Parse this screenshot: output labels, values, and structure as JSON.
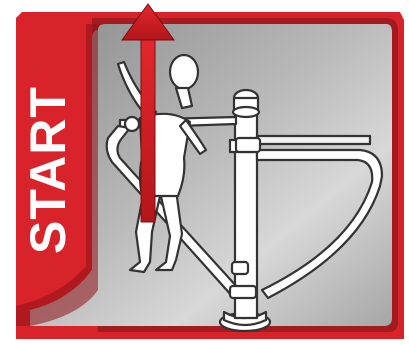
{
  "badge": {
    "label": "START"
  },
  "colors": {
    "accent_red": "#d8232a",
    "dark_red": "#8e1216",
    "panel_gray": "#9a9a9a",
    "illustration_fill": "#ffffff",
    "illustration_stroke": "#333333"
  },
  "illustration": {
    "subject": "person-pulling-up-on-outdoor-fitness-bar-machine",
    "arrow_direction": "up"
  }
}
